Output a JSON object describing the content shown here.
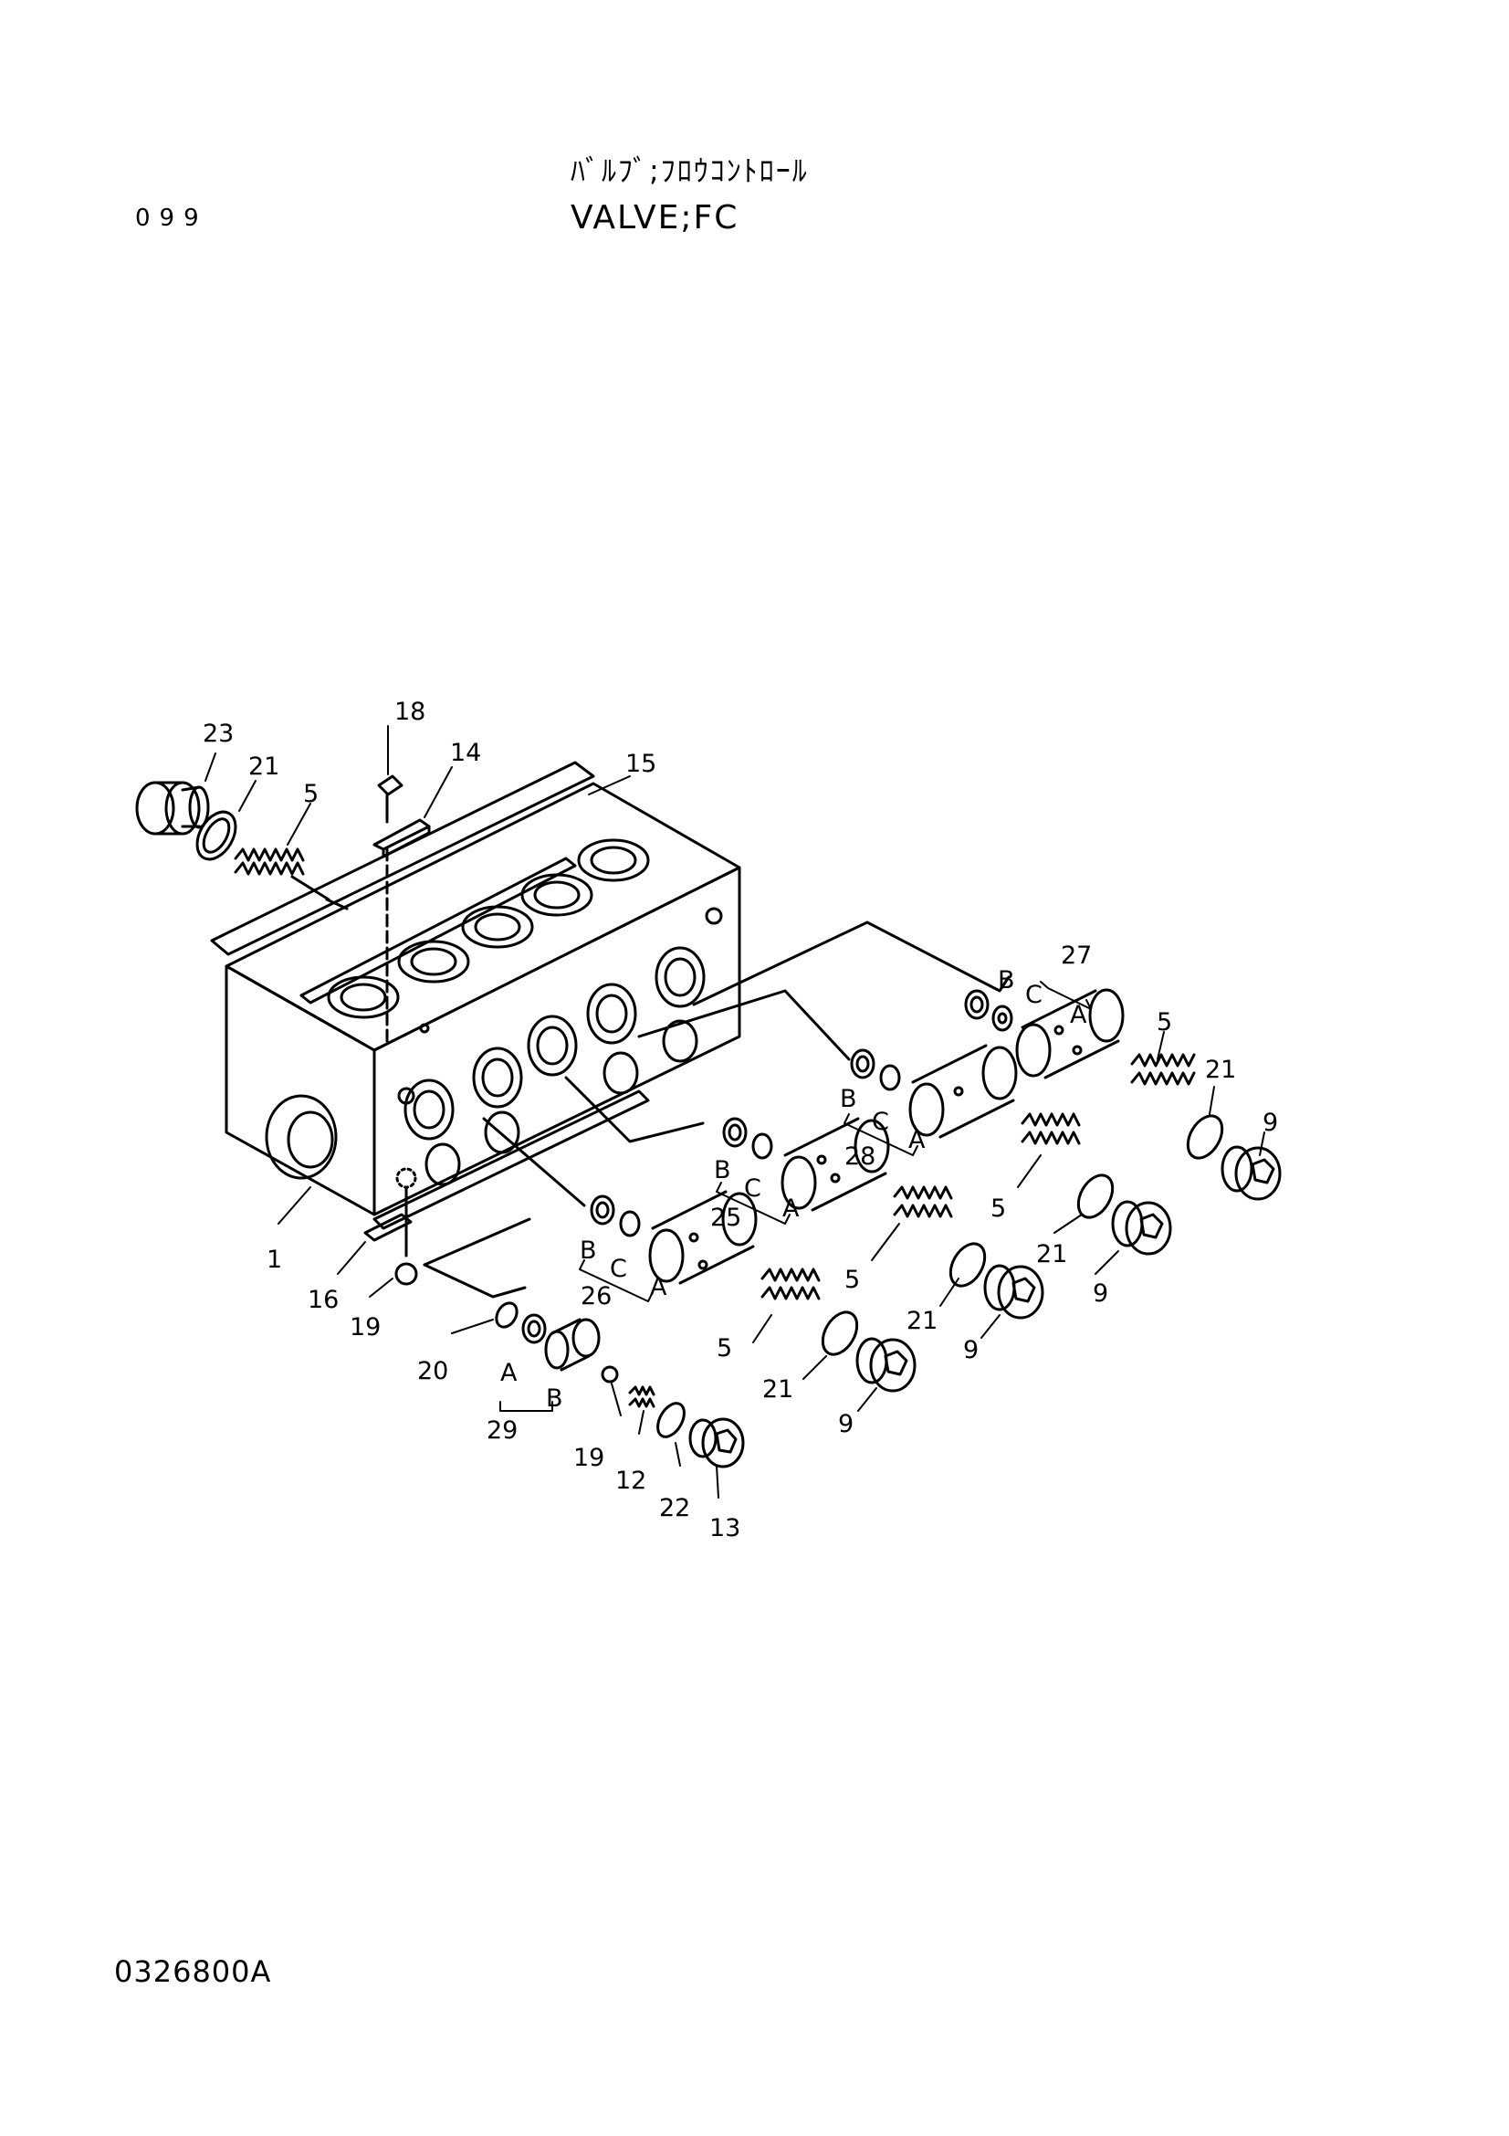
{
  "header": {
    "title_jp": "ﾊﾞﾙﾌﾞ;ﾌﾛｳｺﾝﾄﾛｰﾙ",
    "title_en": "VALVE;FC",
    "page_number": "099"
  },
  "footer": {
    "drawing_code": "0326800A"
  },
  "callouts": [
    {
      "id": "c1",
      "label": "1"
    },
    {
      "id": "c5a",
      "label": "5"
    },
    {
      "id": "c5b",
      "label": "5"
    },
    {
      "id": "c5c",
      "label": "5"
    },
    {
      "id": "c5d",
      "label": "5"
    },
    {
      "id": "c5e",
      "label": "5"
    },
    {
      "id": "c9a",
      "label": "9"
    },
    {
      "id": "c9b",
      "label": "9"
    },
    {
      "id": "c9c",
      "label": "9"
    },
    {
      "id": "c9d",
      "label": "9"
    },
    {
      "id": "c12",
      "label": "12"
    },
    {
      "id": "c13",
      "label": "13"
    },
    {
      "id": "c14",
      "label": "14"
    },
    {
      "id": "c15",
      "label": "15"
    },
    {
      "id": "c16",
      "label": "16"
    },
    {
      "id": "c18",
      "label": "18"
    },
    {
      "id": "c19a",
      "label": "19"
    },
    {
      "id": "c19b",
      "label": "19"
    },
    {
      "id": "c20",
      "label": "20"
    },
    {
      "id": "c21a",
      "label": "21"
    },
    {
      "id": "c21b",
      "label": "21"
    },
    {
      "id": "c21c",
      "label": "21"
    },
    {
      "id": "c21d",
      "label": "21"
    },
    {
      "id": "c21e",
      "label": "21"
    },
    {
      "id": "c22",
      "label": "22"
    },
    {
      "id": "c23",
      "label": "23"
    },
    {
      "id": "c25",
      "label": "25"
    },
    {
      "id": "c26",
      "label": "26"
    },
    {
      "id": "c27",
      "label": "27"
    },
    {
      "id": "c28",
      "label": "28"
    },
    {
      "id": "c29",
      "label": "29"
    }
  ],
  "sub_labels": [
    {
      "id": "s27B",
      "label": "B"
    },
    {
      "id": "s27C",
      "label": "C"
    },
    {
      "id": "s27A",
      "label": "A"
    },
    {
      "id": "s28B",
      "label": "B"
    },
    {
      "id": "s28C",
      "label": "C"
    },
    {
      "id": "s28A",
      "label": "A"
    },
    {
      "id": "s25B",
      "label": "B"
    },
    {
      "id": "s25C",
      "label": "C"
    },
    {
      "id": "s25A",
      "label": "A"
    },
    {
      "id": "s26B",
      "label": "B"
    },
    {
      "id": "s26C",
      "label": "C"
    },
    {
      "id": "s26A",
      "label": "A"
    },
    {
      "id": "s29A",
      "label": "A"
    },
    {
      "id": "s29B",
      "label": "B"
    }
  ]
}
